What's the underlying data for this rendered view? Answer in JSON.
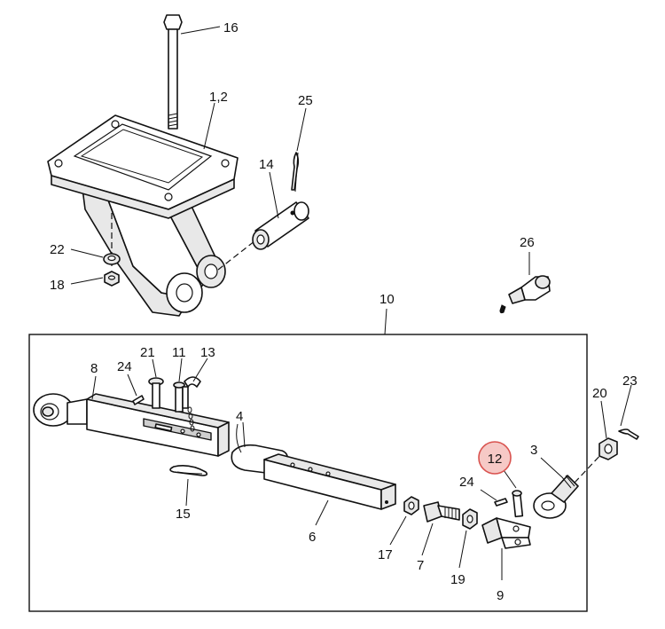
{
  "callouts": {
    "c16": "16",
    "c12a": "1,2",
    "c25": "25",
    "c14": "14",
    "c22": "22",
    "c18": "18",
    "c26": "26",
    "c10": "10",
    "c21": "21",
    "c11": "11",
    "c13": "13",
    "c8": "8",
    "c24a": "24",
    "c4": "4",
    "c20": "20",
    "c23": "23",
    "c3": "3",
    "c12": "12",
    "c24b": "24",
    "c15": "15",
    "c6": "6",
    "c17": "17",
    "c7": "7",
    "c19": "19",
    "c9": "9"
  },
  "highlight": {
    "label": "12",
    "color": "#d9534f",
    "fill": "#f6c9c6"
  },
  "colors": {
    "line": "#111111",
    "paper": "#ffffff",
    "shade": "#e8e8e8"
  }
}
